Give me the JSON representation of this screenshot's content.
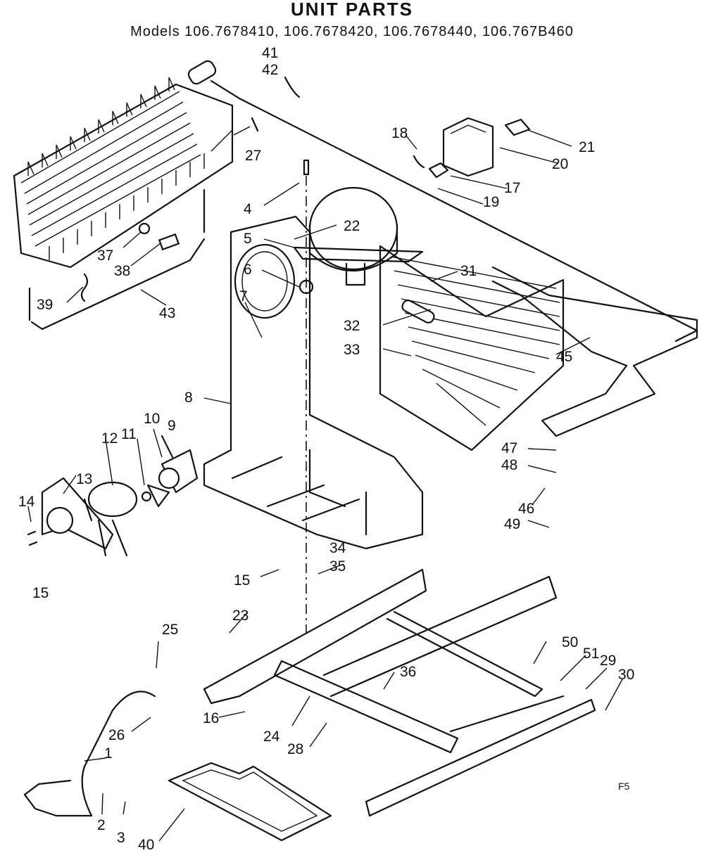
{
  "header": {
    "title": "UNIT PARTS",
    "models": "Models 106.7678410, 106.7678420, 106.7678440, 106.767B460"
  },
  "footer": {
    "code": "F5"
  },
  "callouts": [
    {
      "num": "1"
    },
    {
      "num": "2"
    },
    {
      "num": "3"
    },
    {
      "num": "4"
    },
    {
      "num": "5"
    },
    {
      "num": "6"
    },
    {
      "num": "7"
    },
    {
      "num": "8"
    },
    {
      "num": "9"
    },
    {
      "num": "10"
    },
    {
      "num": "11"
    },
    {
      "num": "12"
    },
    {
      "num": "13"
    },
    {
      "num": "14"
    },
    {
      "num": "15"
    },
    {
      "num": "15"
    },
    {
      "num": "16"
    },
    {
      "num": "17"
    },
    {
      "num": "18"
    },
    {
      "num": "19"
    },
    {
      "num": "20"
    },
    {
      "num": "21"
    },
    {
      "num": "22"
    },
    {
      "num": "23"
    },
    {
      "num": "24"
    },
    {
      "num": "25"
    },
    {
      "num": "26"
    },
    {
      "num": "27"
    },
    {
      "num": "28"
    },
    {
      "num": "29"
    },
    {
      "num": "30"
    },
    {
      "num": "31"
    },
    {
      "num": "32"
    },
    {
      "num": "33"
    },
    {
      "num": "34"
    },
    {
      "num": "35"
    },
    {
      "num": "36"
    },
    {
      "num": "37"
    },
    {
      "num": "38"
    },
    {
      "num": "39"
    },
    {
      "num": "40"
    },
    {
      "num": "41"
    },
    {
      "num": "42"
    },
    {
      "num": "43"
    },
    {
      "num": "45"
    },
    {
      "num": "46"
    },
    {
      "num": "47"
    },
    {
      "num": "48"
    },
    {
      "num": "49"
    },
    {
      "num": "50"
    },
    {
      "num": "51"
    }
  ]
}
